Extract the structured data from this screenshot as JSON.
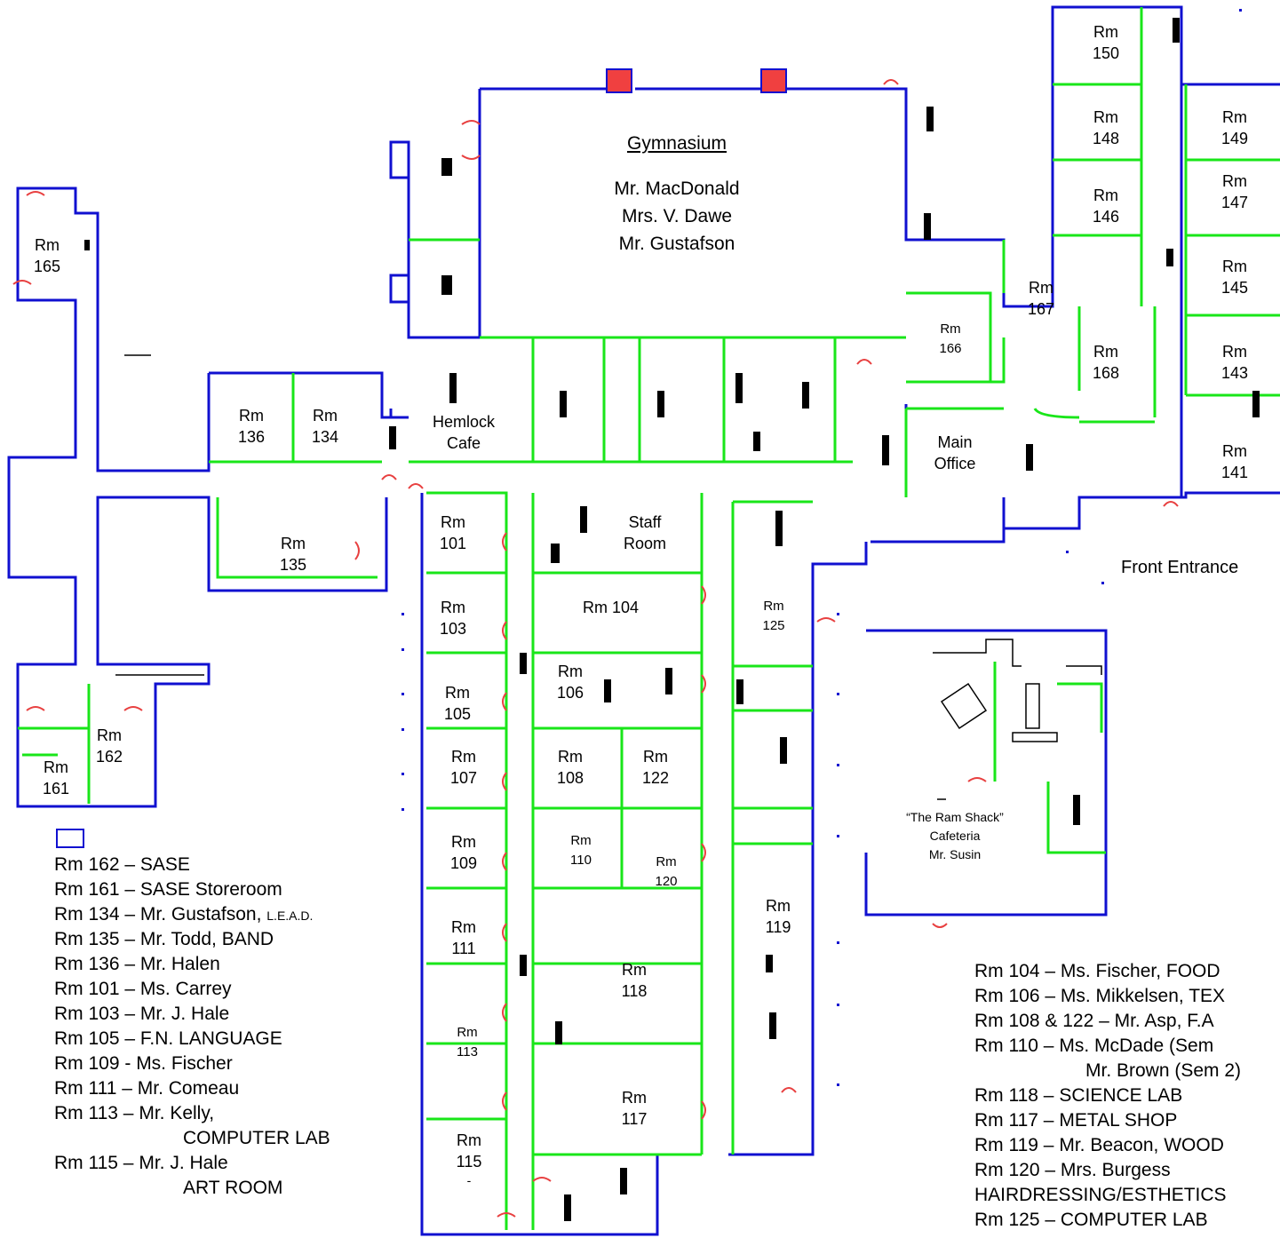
{
  "gym": {
    "title": "Gymnasium",
    "staff": [
      "Mr. MacDonald",
      "Mrs. V. Dawe",
      "Mr. Gustafson"
    ]
  },
  "rooms": [
    {
      "id": "150",
      "l1": "Rm",
      "l2": "150"
    },
    {
      "id": "148",
      "l1": "Rm",
      "l2": "148"
    },
    {
      "id": "149",
      "l1": "Rm",
      "l2": "149"
    },
    {
      "id": "146",
      "l1": "Rm",
      "l2": "146"
    },
    {
      "id": "147",
      "l1": "Rm",
      "l2": "147"
    },
    {
      "id": "145",
      "l1": "Rm",
      "l2": "145"
    },
    {
      "id": "167",
      "l1": "Rm",
      "l2": "167"
    },
    {
      "id": "166",
      "l1": "Rm",
      "l2": "166"
    },
    {
      "id": "168",
      "l1": "Rm",
      "l2": "168"
    },
    {
      "id": "143",
      "l1": "Rm",
      "l2": "143"
    },
    {
      "id": "141",
      "l1": "Rm",
      "l2": "141"
    },
    {
      "id": "165",
      "l1": "Rm",
      "l2": "165"
    },
    {
      "id": "136",
      "l1": "Rm",
      "l2": "136"
    },
    {
      "id": "134",
      "l1": "Rm",
      "l2": "134"
    },
    {
      "id": "135",
      "l1": "Rm",
      "l2": "135"
    },
    {
      "id": "101",
      "l1": "Rm",
      "l2": "101"
    },
    {
      "id": "103",
      "l1": "Rm",
      "l2": "103"
    },
    {
      "id": "105",
      "l1": "Rm",
      "l2": "105"
    },
    {
      "id": "107",
      "l1": "Rm",
      "l2": "107"
    },
    {
      "id": "109",
      "l1": "Rm",
      "l2": "109"
    },
    {
      "id": "111",
      "l1": "Rm",
      "l2": "111"
    },
    {
      "id": "113",
      "l1": "Rm",
      "l2": "113"
    },
    {
      "id": "115",
      "l1": "Rm",
      "l2": "115",
      "l3": "-"
    },
    {
      "id": "106",
      "l1": "Rm",
      "l2": "106"
    },
    {
      "id": "108",
      "l1": "Rm",
      "l2": "108"
    },
    {
      "id": "122",
      "l1": "Rm",
      "l2": "122"
    },
    {
      "id": "110",
      "l1": "Rm",
      "l2": "110"
    },
    {
      "id": "120",
      "l1": "Rm",
      "l2": "120"
    },
    {
      "id": "118",
      "l1": "Rm",
      "l2": "118"
    },
    {
      "id": "117",
      "l1": "Rm",
      "l2": "117"
    },
    {
      "id": "125",
      "l1": "Rm",
      "l2": "125"
    },
    {
      "id": "119",
      "l1": "Rm",
      "l2": "119"
    },
    {
      "id": "162",
      "l1": "Rm",
      "l2": "162"
    },
    {
      "id": "161",
      "l1": "Rm",
      "l2": "161"
    }
  ],
  "rm104": "Rm 104",
  "hemlock": {
    "l1": "Hemlock",
    "l2": "Cafe"
  },
  "mainOffice": {
    "l1": "Main",
    "l2": "Office"
  },
  "staffRoom": {
    "l1": "Staff",
    "l2": "Room"
  },
  "frontEntrance": "Front Entrance",
  "cafeteria": {
    "l1": "“The Ram Shack”",
    "l2": "Cafeteria",
    "l3": "Mr. Susin"
  },
  "legendLeft": [
    "Rm 162 – SASE",
    "Rm 161 – SASE Storeroom",
    "Rm 134 – Mr. Gustafson, ",
    "Rm 135 – Mr. Todd, BAND",
    "Rm 136 – Mr. Halen",
    "Rm 101 – Ms. Carrey",
    "Rm 103 – Mr. J. Hale",
    "Rm 105 – F.N. LANGUAGE",
    "Rm 109 -  Ms. Fischer",
    "Rm 111 – Mr. Comeau",
    "Rm 113 – Mr. Kelly,",
    "COMPUTER LAB",
    "Rm 115 – Mr. J. Hale",
    "ART ROOM"
  ],
  "lead": "L.E.A.D.",
  "legendRight": [
    "Rm 104 – Ms. Fischer, FOOD",
    "Rm 106 – Ms. Mikkelsen, TEX",
    "Rm 108 & 122 – Mr. Asp, F.A",
    "Rm 110 – Ms. McDade (Sem",
    "Mr. Brown (Sem 2)",
    "Rm 118 – SCIENCE LAB",
    "Rm 117 – METAL SHOP",
    "Rm 119 – Mr. Beacon, WOOD",
    "Rm 120 – Mrs. Burgess",
    "HAIRDRESSING/ESTHETICS",
    "Rm 125 – COMPUTER LAB"
  ],
  "colors": {
    "outer": "#1010d0",
    "inner": "#19e619",
    "door": "#e84040",
    "fixture": "#000000",
    "accent": "#f04040"
  }
}
